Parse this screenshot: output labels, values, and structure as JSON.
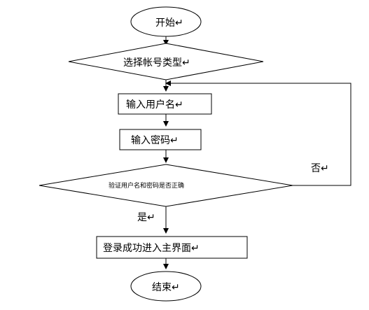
{
  "flowchart": {
    "nodes": {
      "start": {
        "label": "开始↵"
      },
      "choose_account_type": {
        "label": "选择帐号类型↵"
      },
      "input_username": {
        "label": "输入用户名↵"
      },
      "input_password": {
        "label": "输入密码↵"
      },
      "verify": {
        "label": "验证用户名和密码是否正确"
      },
      "success": {
        "label": "登录成功进入主界面↵"
      },
      "end": {
        "label": "结束↵"
      }
    },
    "edges": {
      "yes_label": "是↵",
      "no_label": "否↵"
    }
  }
}
